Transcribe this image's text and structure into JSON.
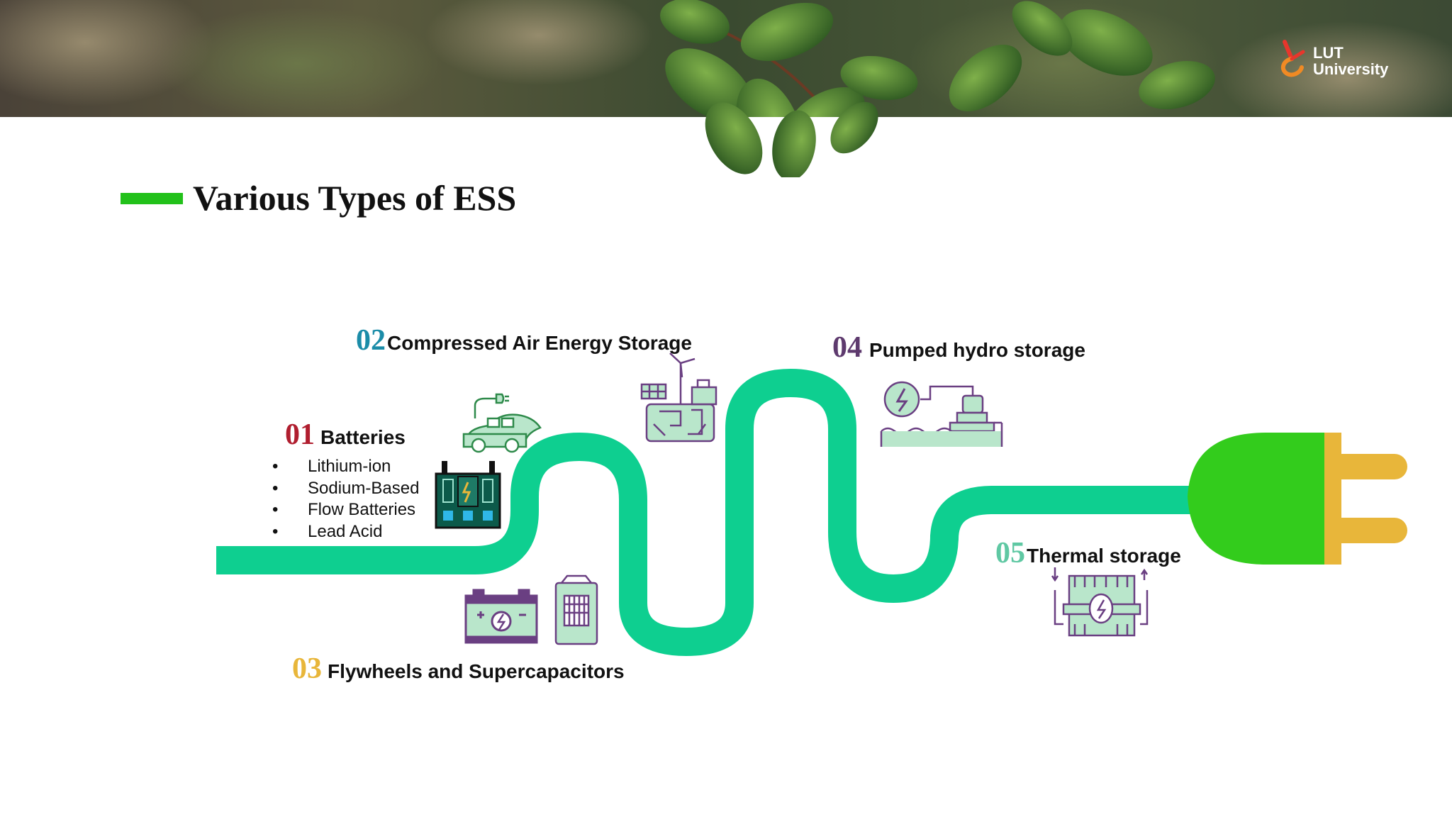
{
  "header": {
    "logo_line1": "LUT",
    "logo_line2": "University"
  },
  "title": "Various Types of ESS",
  "colors": {
    "accent": "#22c11a",
    "path": "#0ecf90",
    "plug": "#33cc1c",
    "prongs": "#e8b63a"
  },
  "items": [
    {
      "number": "01",
      "label": "Batteries",
      "color": "#b01e2f",
      "subitems": [
        "Lithium-ion",
        "Sodium-Based",
        "Flow Batteries",
        "Lead Acid"
      ],
      "icons": [
        "electric-car-icon",
        "battery-rack-icon"
      ]
    },
    {
      "number": "02",
      "label": "Compressed Air Energy Storage",
      "color": "#1b8ca8",
      "icons": [
        "wind-solar-storage-icon"
      ]
    },
    {
      "number": "03",
      "label": "Flywheels and Supercapacitors",
      "color": "#e8b63a",
      "icons": [
        "car-battery-icon",
        "supercapacitor-icon"
      ]
    },
    {
      "number": "04",
      "label": "Pumped hydro storage",
      "color": "#5e3a6e",
      "icons": [
        "pumped-hydro-icon"
      ]
    },
    {
      "number": "05",
      "label": "Thermal storage",
      "color": "#5fc8a3",
      "icons": [
        "thermal-storage-icon"
      ]
    }
  ]
}
